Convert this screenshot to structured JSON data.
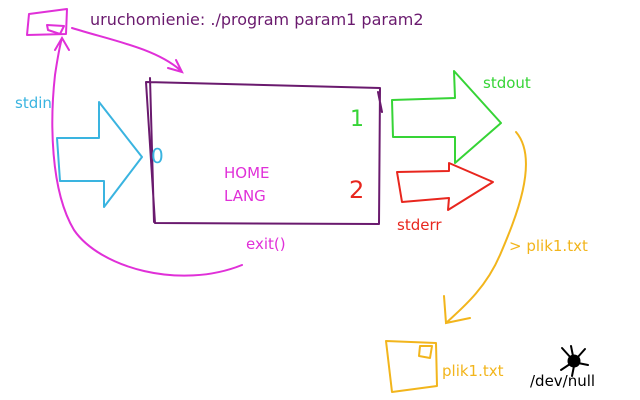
{
  "labels": {
    "run_command": "uruchomienie: ./program param1 param2",
    "stdin": "stdin",
    "stdout": "stdout",
    "stderr": "stderr",
    "env_home": "HOME",
    "env_lang": "LANG",
    "exit_call": "exit()",
    "redirect": "> plik1.txt",
    "output_file": "plik1.txt",
    "dev_null": "/dev/null",
    "fd_stdin": "0",
    "fd_stdout": "1",
    "fd_stderr": "2"
  },
  "colors": {
    "process": "#6a1a6e",
    "magenta": "#e030d8",
    "stdin": "#3ab4e0",
    "stdout": "#36d436",
    "stderr": "#e8261e",
    "file": "#f2b51c",
    "text_dark": "#000000"
  },
  "icons": {
    "input_file": "document-icon",
    "output_file": "document-icon",
    "dev_null": "black-hole-icon"
  }
}
